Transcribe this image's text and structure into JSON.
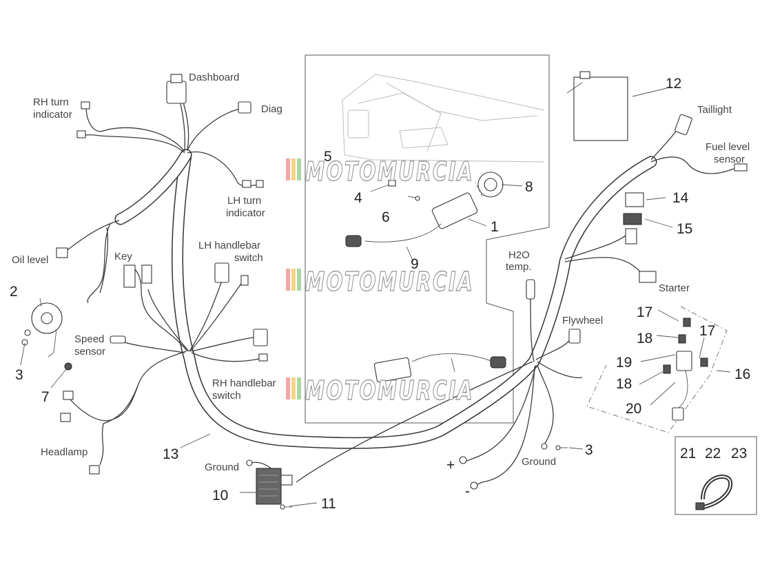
{
  "labels": {
    "dashboard": "Dashboard",
    "rh_turn_1": "RH turn",
    "rh_turn_2": "indicator",
    "diag": "Diag",
    "lh_turn_1": "LH turn",
    "lh_turn_2": "indicator",
    "oil_level": "Oil level",
    "key": "Key",
    "lh_switch_1": "LH handlebar",
    "lh_switch_2": "switch",
    "speed_1": "Speed",
    "speed_2": "sensor",
    "rh_switch_1": "RH handlebar",
    "rh_switch_2": "switch",
    "headlamp": "Headlamp",
    "ground_left": "Ground",
    "ground_right": "Ground",
    "taillight": "Taillight",
    "fuel_1": "Fuel level",
    "fuel_2": "sensor",
    "h2o_1": "H2O",
    "h2o_2": "temp.",
    "starter": "Starter",
    "flywheel": "Flywheel",
    "plus": "+",
    "minus": "-"
  },
  "callouts": {
    "n1": "1",
    "n2": "2",
    "n3a": "3",
    "n3b": "3",
    "n4": "4",
    "n5": "5",
    "n6": "6",
    "n7": "7",
    "n8": "8",
    "n9": "9",
    "n10": "10",
    "n11": "11",
    "n12": "12",
    "n13": "13",
    "n14": "14",
    "n15": "15",
    "n16": "16",
    "n17a": "17",
    "n17b": "17",
    "n18a": "18",
    "n18b": "18",
    "n19": "19",
    "n20": "20",
    "n21": "21",
    "n22": "22",
    "n23": "23"
  },
  "watermark": {
    "text": "MOTOMURCIA",
    "stripe_colors": [
      "#f4a6a6",
      "#f6d68a",
      "#a9d8a0"
    ]
  }
}
